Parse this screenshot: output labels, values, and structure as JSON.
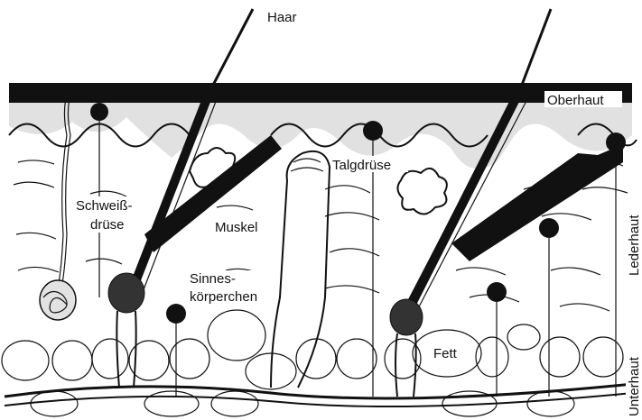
{
  "labels": {
    "haar": "Haar",
    "oberhaut": "Oberhaut",
    "talgdruese": "Talgdrüse",
    "schweiss_line1": "Schweiß-",
    "schweiss_line2": "drüse",
    "muskel": "Muskel",
    "sinnes_line1": "Sinnes-",
    "sinnes_line2": "körperchen",
    "fett": "Fett",
    "lederhaut": "Lederhaut",
    "unterhaut": "Unterhaut"
  },
  "colors": {
    "ink": "#111111",
    "paper": "#ffffff",
    "speckle": "#8a8a8a"
  }
}
